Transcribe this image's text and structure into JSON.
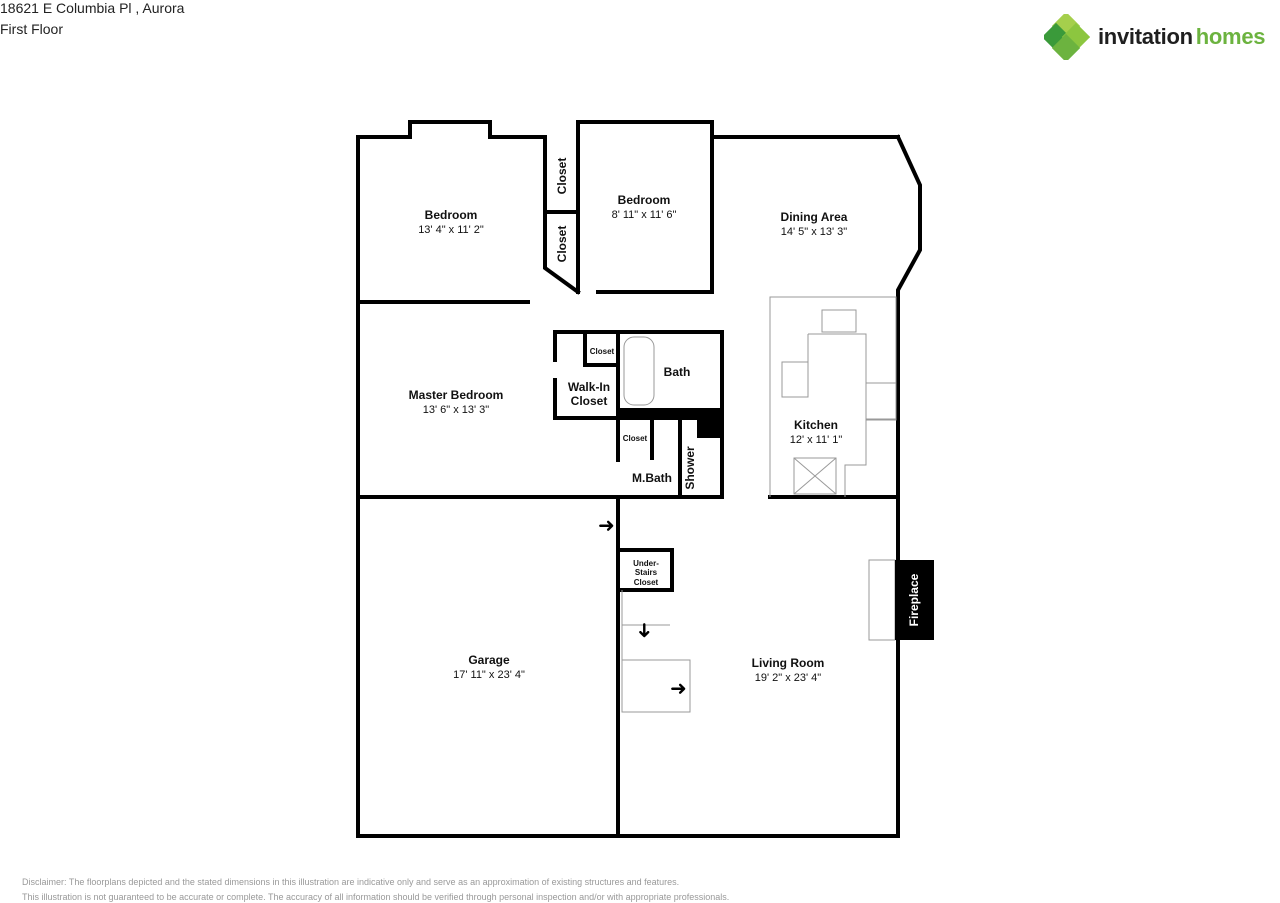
{
  "header": {
    "address": "18621 E Columbia Pl , Aurora",
    "floor": "First Floor"
  },
  "logo": {
    "word1": "invitation",
    "word2": "homes",
    "colors": [
      "#6cb33f",
      "#3a9a3a",
      "#a5cf4c"
    ]
  },
  "rooms": {
    "bedroom1": {
      "name": "Bedroom",
      "dim": "13' 4\" x 11' 2\""
    },
    "bedroom2": {
      "name": "Bedroom",
      "dim": "8' 11\" x 11' 6\""
    },
    "dining": {
      "name": "Dining Area",
      "dim": "14' 5\" x 13' 3\""
    },
    "master": {
      "name": "Master Bedroom",
      "dim": "13' 6\" x 13' 3\""
    },
    "kitchen": {
      "name": "Kitchen",
      "dim": "12' x 11' 1\""
    },
    "garage": {
      "name": "Garage",
      "dim": "17' 11\" x 23' 4\""
    },
    "living": {
      "name": "Living Room",
      "dim": "19' 2\" x 23' 4\""
    },
    "closet": "Closet",
    "walkin1": "Walk-In",
    "walkin2": "Closet",
    "bath": "Bath",
    "mbath": "M.Bath",
    "shower": "Shower",
    "under1": "Under-",
    "under2": "Stairs",
    "under3": "Closet",
    "fireplace": "Fireplace"
  },
  "disclaimer": {
    "line1": "Disclaimer: The floorplans depicted and the stated dimensions in this illustration are indicative only and serve as an approximation of existing structures and features.",
    "line2": "This illustration is not guaranteed to be accurate or complete. The accuracy of all information should be verified through personal inspection and/or with appropriate professionals."
  }
}
